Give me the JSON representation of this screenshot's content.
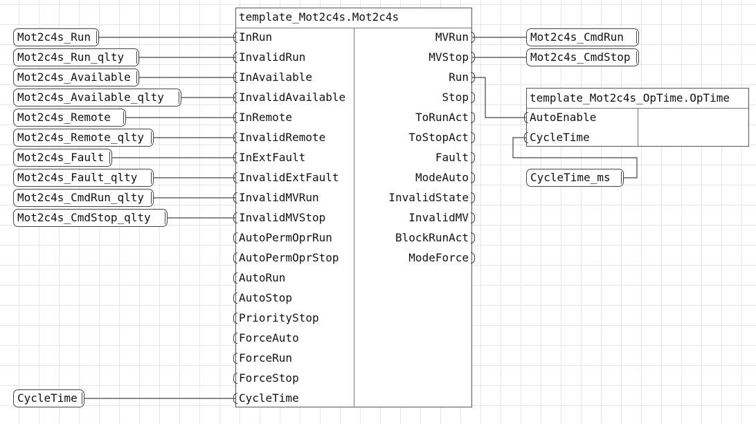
{
  "main_block": {
    "title": "template_Mot2c4s.Mot2c4s",
    "inputs": [
      "InRun",
      "InvalidRun",
      "InAvailable",
      "InvalidAvailable",
      "InRemote",
      "InvalidRemote",
      "InExtFault",
      "InvalidExtFault",
      "InvalidMVRun",
      "InvalidMVStop",
      "AutoPermOprRun",
      "AutoPermOprStop",
      "AutoRun",
      "AutoStop",
      "PriorityStop",
      "ForceAuto",
      "ForceRun",
      "ForceStop",
      "CycleTime"
    ],
    "outputs": [
      "MVRun",
      "MVStop",
      "Run",
      "Stop",
      "ToRunAct",
      "ToStopAct",
      "Fault",
      "ModeAuto",
      "InvalidState",
      "InvalidMV",
      "BlockRunAct",
      "ModeForce"
    ]
  },
  "optime_block": {
    "title": "template_Mot2c4s_OpTime.OpTime",
    "inputs": [
      "AutoEnable",
      "CycleTime"
    ]
  },
  "input_variables": [
    "Mot2c4s_Run",
    "Mot2c4s_Run_qlty",
    "Mot2c4s_Available",
    "Mot2c4s_Available_qlty",
    "Mot2c4s_Remote",
    "Mot2c4s_Remote_qlty",
    "Mot2c4s_Fault",
    "Mot2c4s_Fault_qlty",
    "Mot2c4s_CmdRun_qlty",
    "Mot2c4s_CmdStop_qlty"
  ],
  "cycle_time_var": "CycleTime",
  "output_variables": [
    "Mot2c4s_CmdRun",
    "Mot2c4s_CmdStop"
  ],
  "cycle_time_ms_var": "CycleTime_ms"
}
